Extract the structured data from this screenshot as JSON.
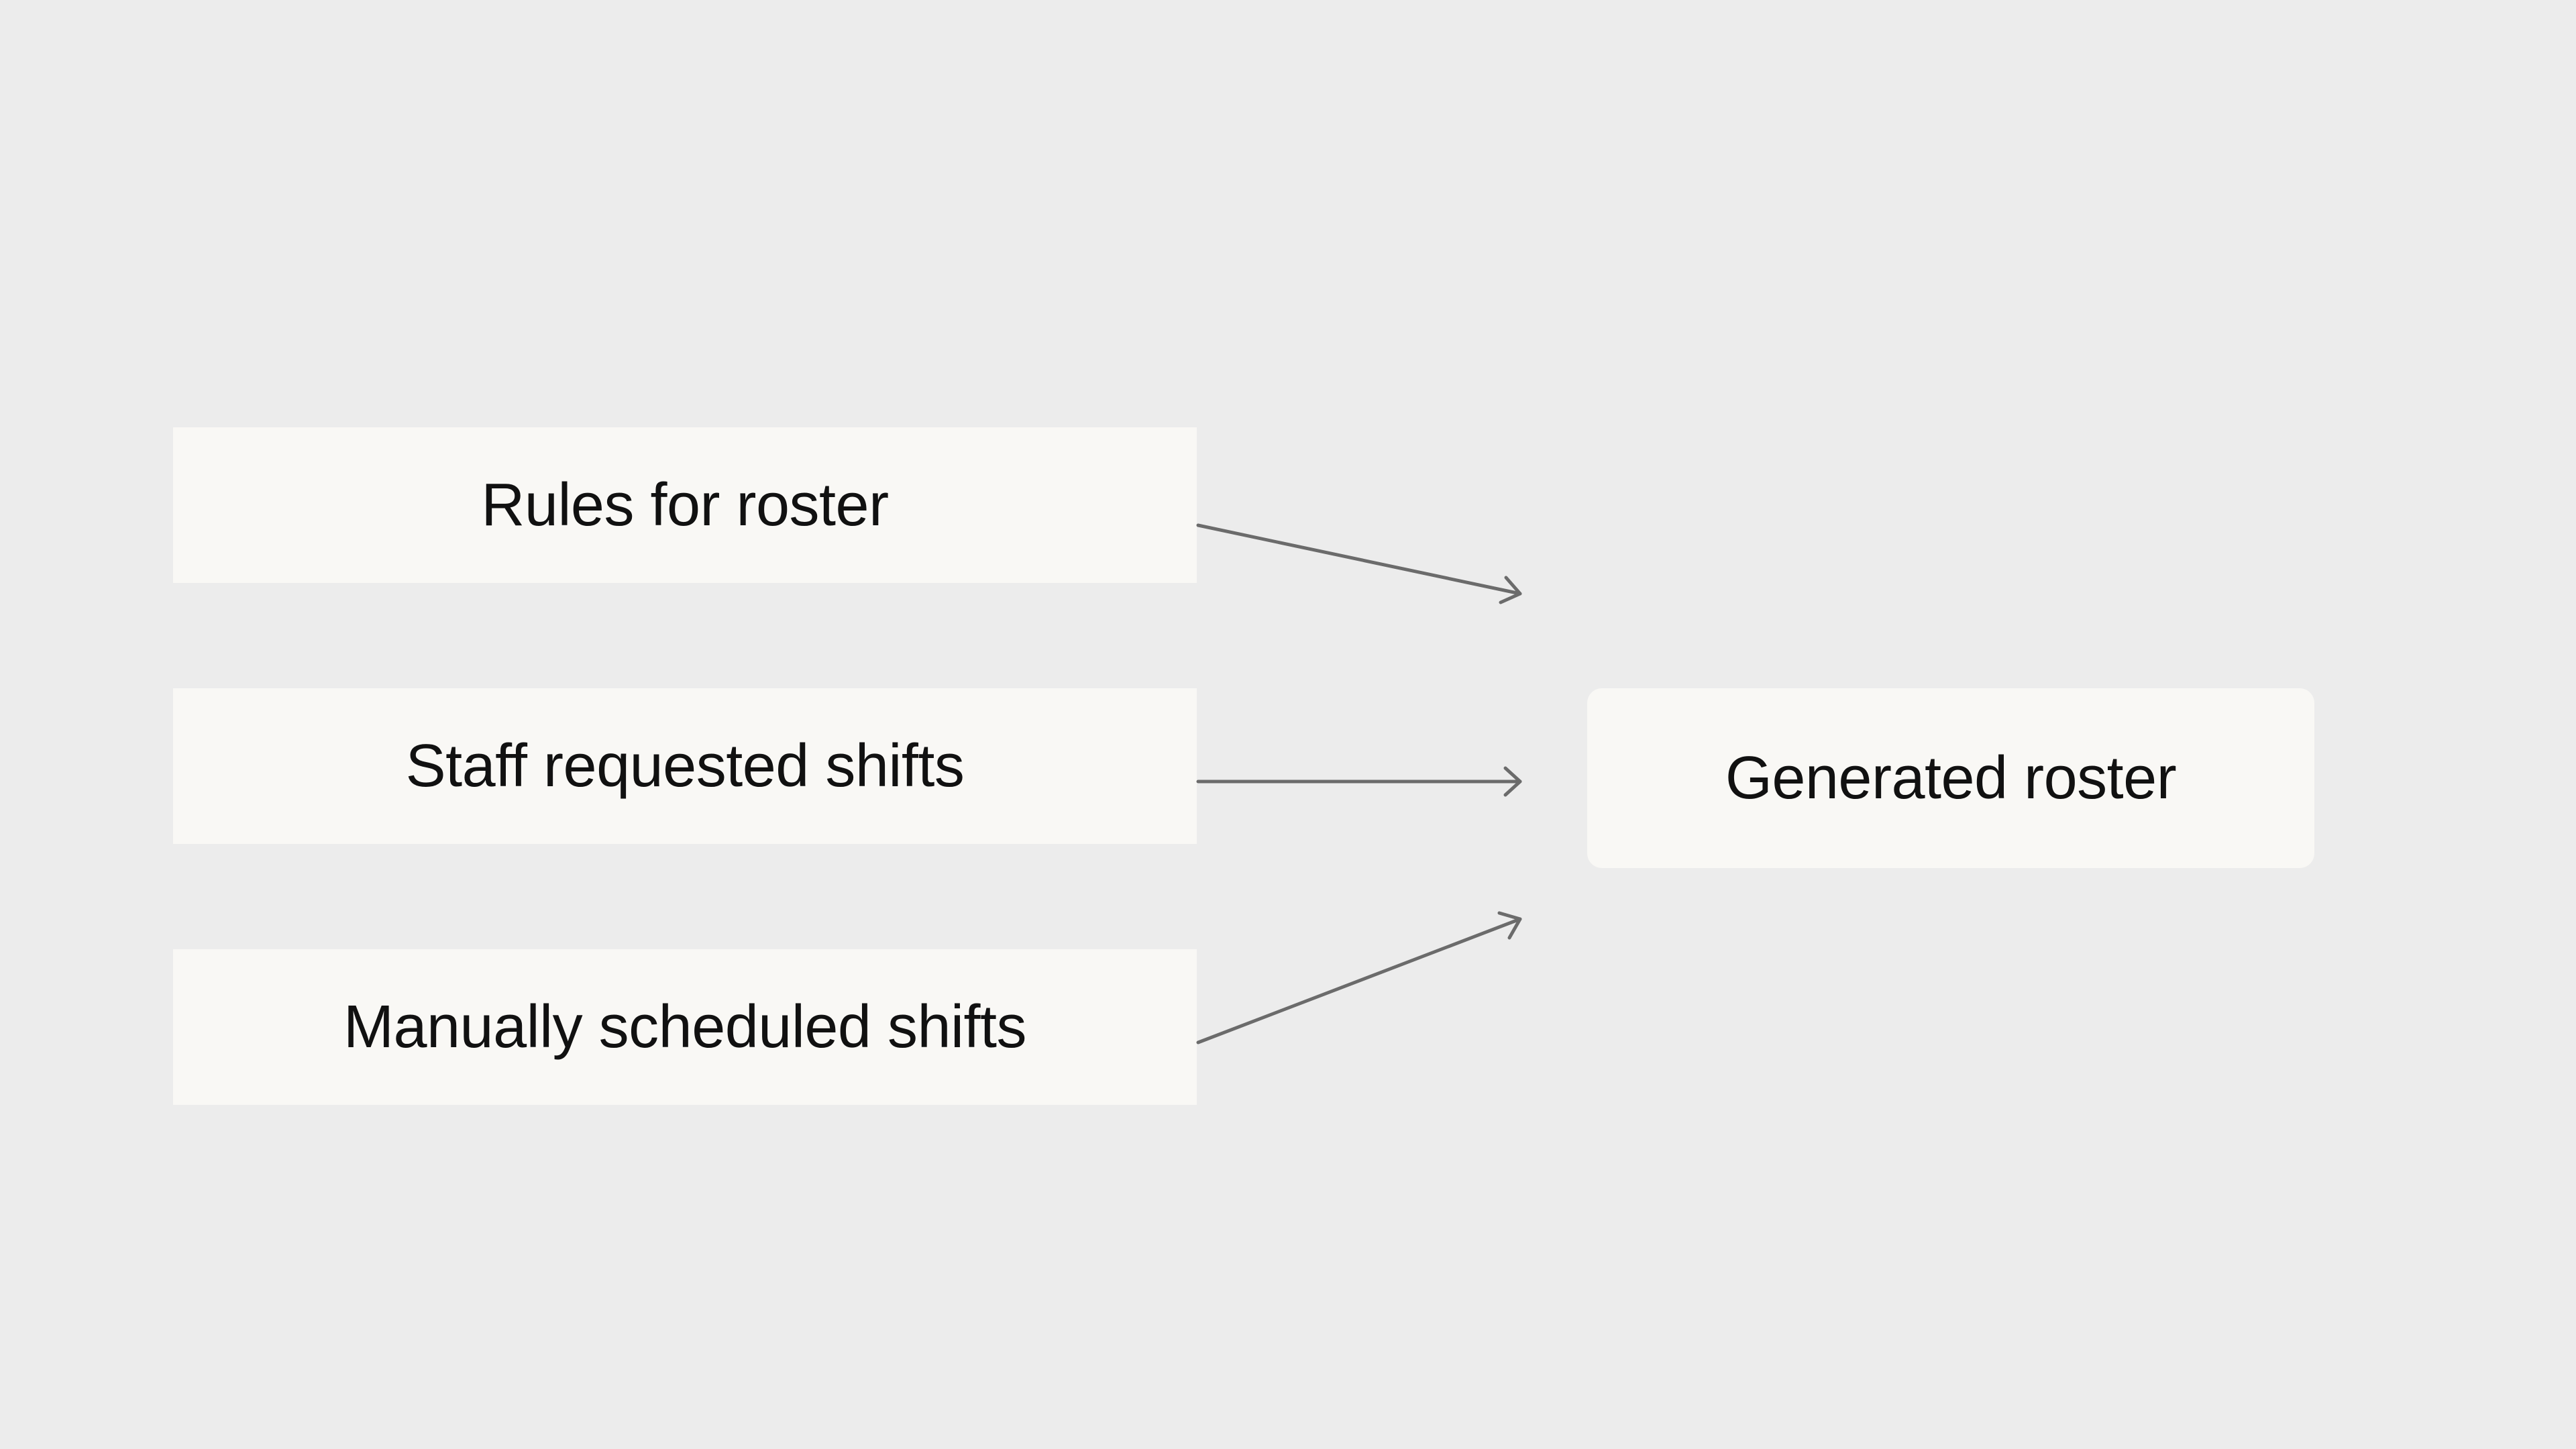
{
  "diagram": {
    "inputs": [
      {
        "id": "rules",
        "label": "Rules for roster"
      },
      {
        "id": "staff",
        "label": "Staff requested shifts"
      },
      {
        "id": "manual",
        "label": "Manually scheduled shifts"
      }
    ],
    "output": {
      "id": "generated",
      "label": "Generated roster"
    },
    "edges": [
      {
        "from": "rules",
        "to": "generated"
      },
      {
        "from": "staff",
        "to": "generated"
      },
      {
        "from": "manual",
        "to": "generated"
      }
    ]
  },
  "colors": {
    "background": "#ececec",
    "node_fill": "#f9f8f5",
    "text": "#111111",
    "arrow": "#6b6b6b"
  }
}
